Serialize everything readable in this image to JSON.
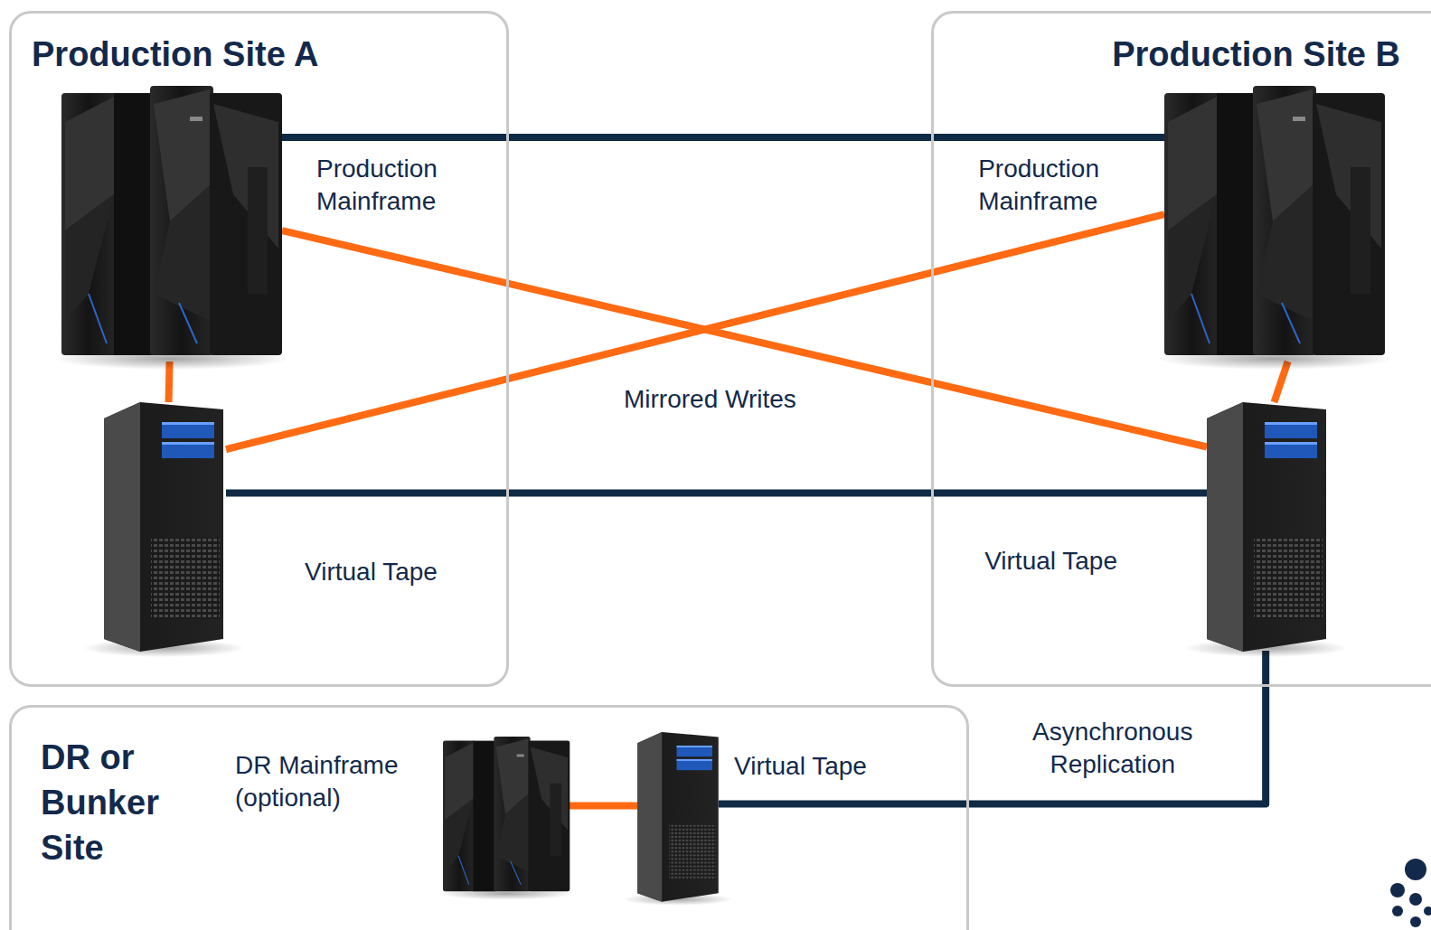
{
  "diagram": {
    "nodes": [
      {
        "text": [
          "Production Site A"
        ]
      },
      {
        "text": [
          "Production Site B"
        ]
      },
      {
        "text": [
          "DR or Bunker Site"
        ]
      },
      {
        "text": [
          "Production Mainframe"
        ],
        "in": 0
      },
      {
        "text": [
          "Virtual Tape"
        ],
        "in": 0
      },
      {
        "text": [
          "Production Mainframe"
        ],
        "in": 1
      },
      {
        "text": [
          "Virtual Tape"
        ],
        "in": 1
      },
      {
        "text": [
          "DR Mainframe (optional)"
        ],
        "in": 2
      },
      {
        "text": [
          "Virtual Tape"
        ],
        "in": 2
      }
    ],
    "edges": [
      {
        "from": 3,
        "to": 5,
        "arrow": "none"
      },
      {
        "from": 3,
        "to": 4,
        "arrow": "none"
      },
      {
        "from": 3,
        "to": 6,
        "arrow": "none"
      },
      {
        "from": 5,
        "to": 4,
        "arrow": "none"
      },
      {
        "from": 5,
        "to": 6,
        "arrow": "none"
      },
      {
        "from": 4,
        "to": 6,
        "arrow": "none"
      },
      {
        "from": 6,
        "to": 8,
        "label": "Asynchronous Replication",
        "arrow": "none"
      },
      {
        "from": 7,
        "to": 8,
        "arrow": "none"
      }
    ],
    "labels": [
      "Mirrored Writes"
    ]
  }
}
